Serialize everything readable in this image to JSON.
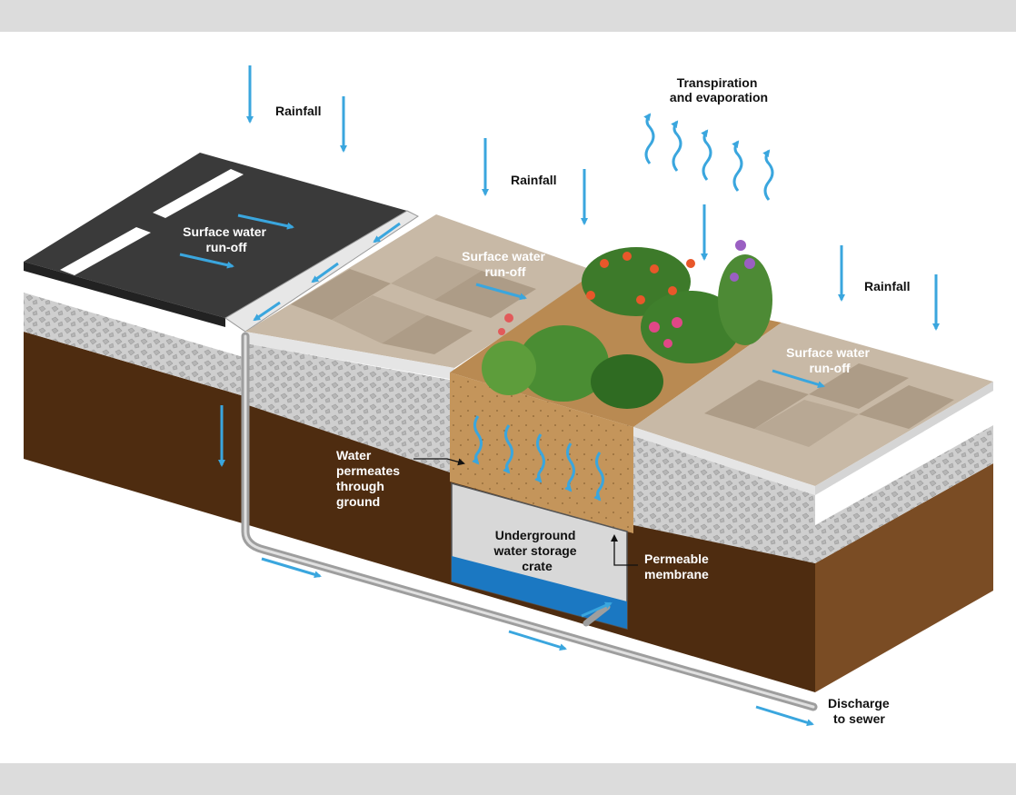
{
  "labels": {
    "rainfall_1": "Rainfall",
    "rainfall_2": "Rainfall",
    "rainfall_3": "Rainfall",
    "transpiration_1": "Transpiration",
    "transpiration_2": "and evaporation",
    "runoff_road_1": "Surface water",
    "runoff_road_2": "run-off",
    "runoff_paving_1": "Surface water",
    "runoff_paving_2": "run-off",
    "runoff_right_1": "Surface water",
    "runoff_right_2": "run-off",
    "permeates_1": "Water",
    "permeates_2": "permeates",
    "permeates_3": "through",
    "permeates_4": "ground",
    "crate_1": "Underground",
    "crate_2": "water storage",
    "crate_3": "crate",
    "membrane_1": "Permeable",
    "membrane_2": "membrane",
    "discharge_1": "Discharge",
    "discharge_2": "to sewer"
  },
  "colors": {
    "page_bg": "#dcdcdc",
    "card_bg": "#ffffff",
    "arrow_blue": "#3aa6de",
    "asphalt": "#3a3a3a",
    "paving_light": "#c8b9a6",
    "paving_dark": "#ad9c87",
    "gravel": "#c9c9c9",
    "soil": "#5b3415",
    "sand": "#c4955b",
    "crate": "#d8d8d8",
    "crate_water": "#1b78c2",
    "pipe": "#bdbdbd"
  }
}
